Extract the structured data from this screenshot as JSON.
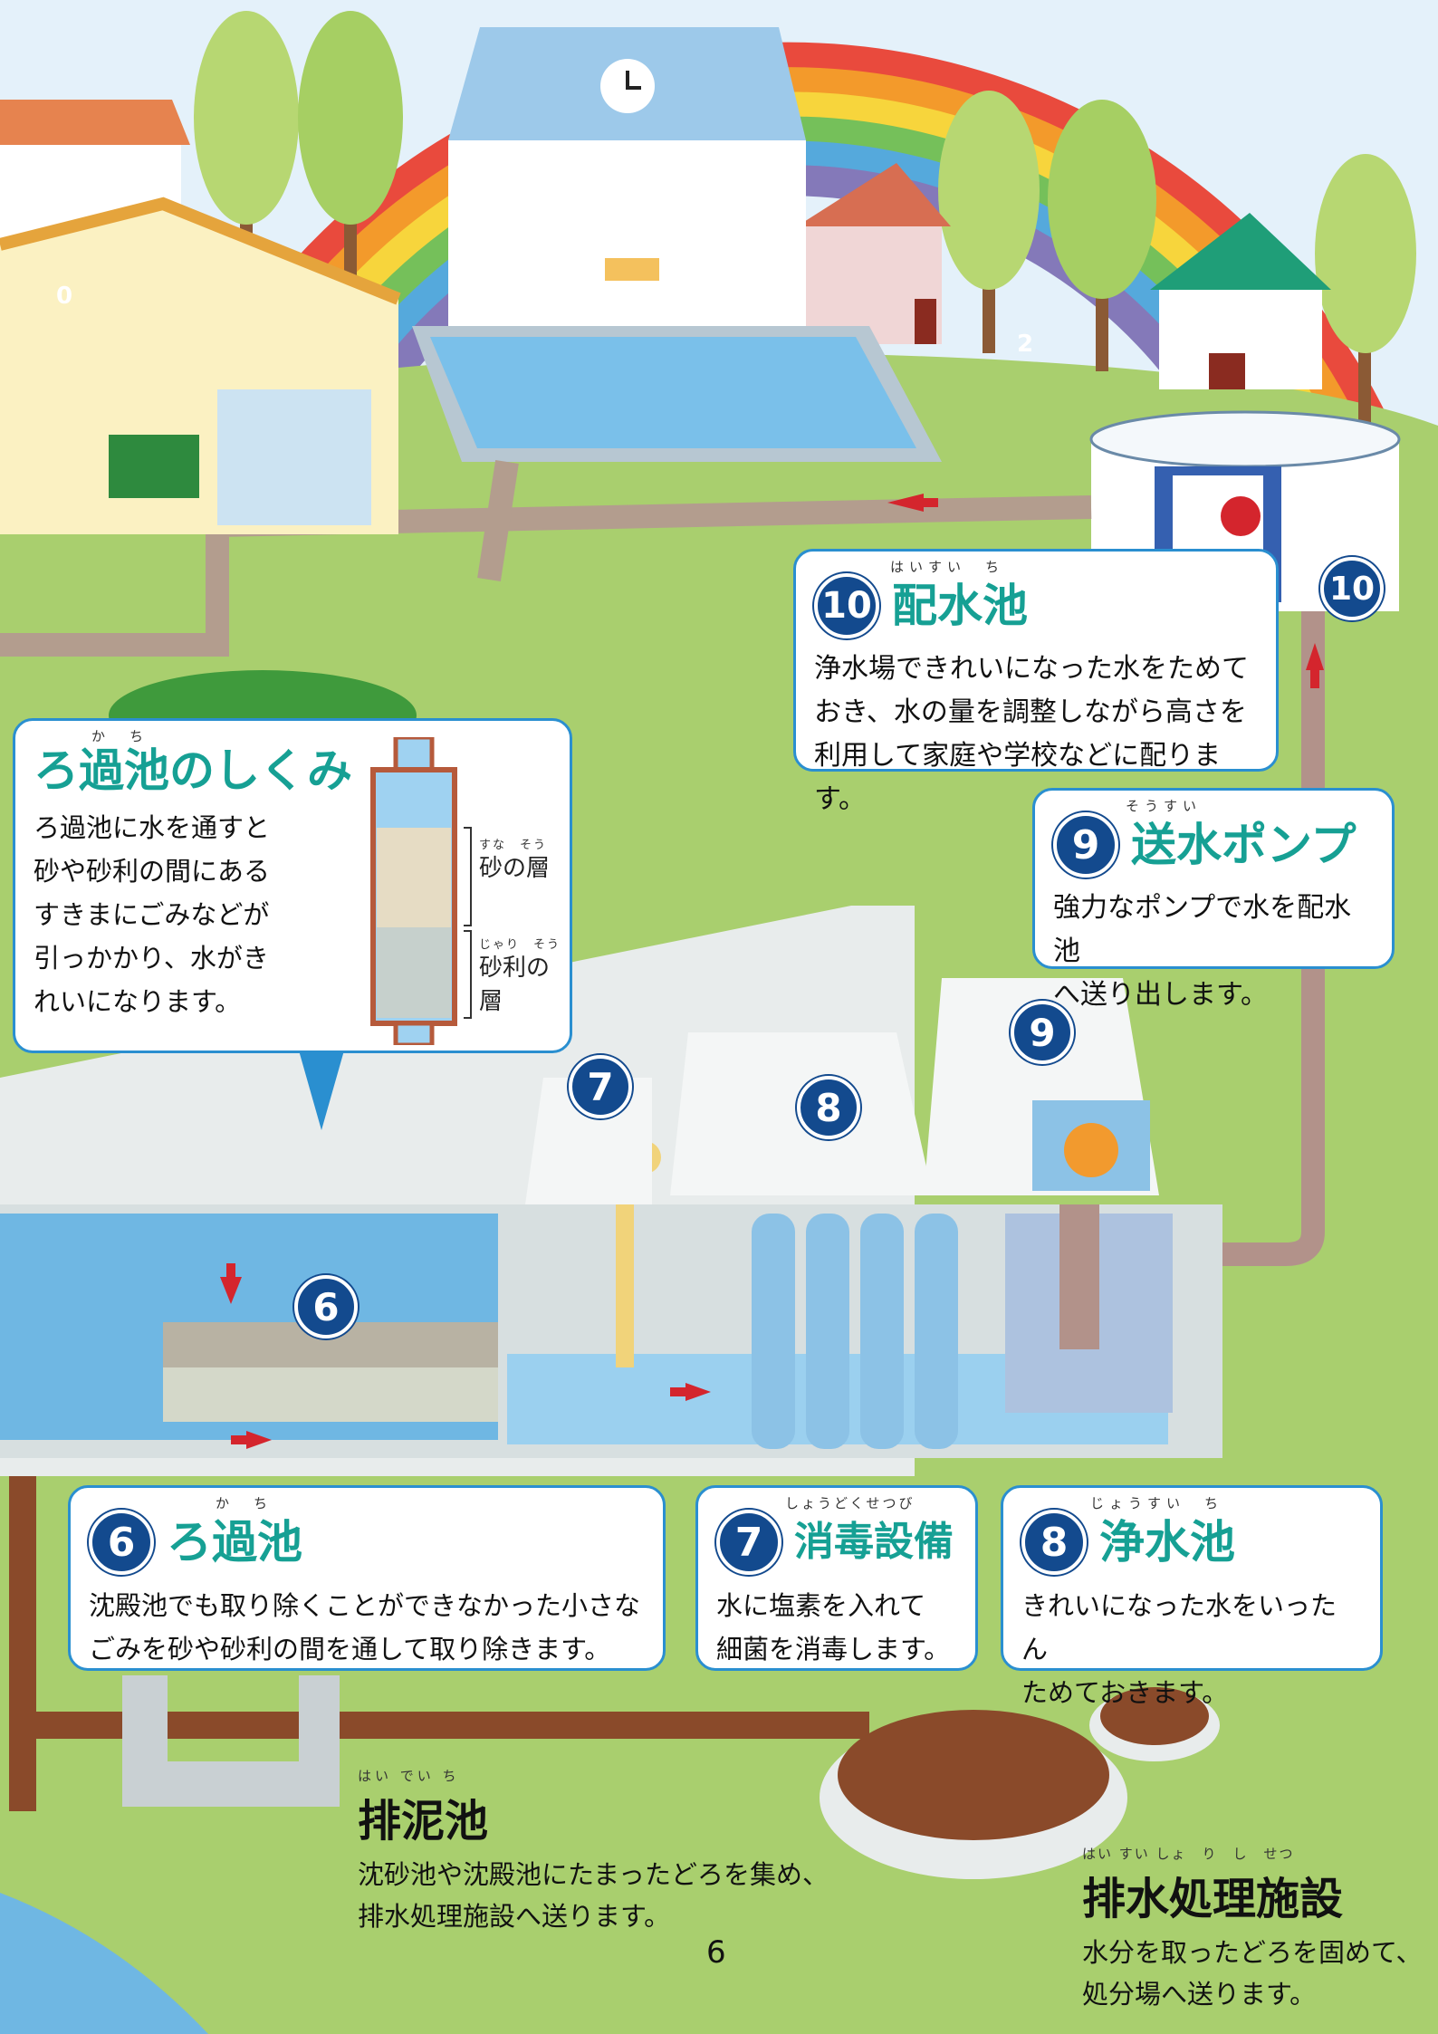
{
  "colors": {
    "accent_title": "#16a094",
    "number_badge": "#134a8e",
    "box_border": "#2a8fd0",
    "grass": "#a9cf6e",
    "water": "#6fb7e3",
    "pipe": "#b2928a",
    "mud": "#8a4a2a"
  },
  "filter_mechanism": {
    "ruby": "か　ち",
    "title": "ろ過池のしくみ",
    "lines": [
      "ろ過池に水を通すと",
      "砂や砂利の間にある",
      "すきまにごみなどが",
      "引っかかり、水がき",
      "れいになります。"
    ],
    "sand_ruby": "すな　そう",
    "sand_label": "砂の層",
    "gravel_ruby": "じゃり　そう",
    "gravel_label": "砂利の層"
  },
  "steps": {
    "s10": {
      "num": "10",
      "ruby": "はいすい　ち",
      "title": "配水池",
      "lines": [
        "浄水場できれいになった水をためて",
        "おき、水の量を調整しながら高さを",
        "利用して家庭や学校などに配ります。"
      ]
    },
    "s9": {
      "num": "9",
      "ruby": "そうすい",
      "title": "送水ポンプ",
      "lines": [
        "強力なポンプで水を配水池",
        "へ送り出します。"
      ]
    },
    "s6": {
      "num": "6",
      "ruby": "か　ち",
      "title": "ろ過池",
      "lines": [
        "沈殿池でも取り除くことができなかった小さな",
        "ごみを砂や砂利の間を通して取り除きます。"
      ]
    },
    "s7": {
      "num": "7",
      "ruby": "しょうどくせつび",
      "title": "消毒設備",
      "lines": [
        "水に塩素を入れて",
        "細菌を消毒します。"
      ]
    },
    "s8": {
      "num": "8",
      "ruby": "じょうすい　ち",
      "title": "浄水池",
      "lines": [
        "きれいになった水をいったん",
        "ためておきます。"
      ]
    }
  },
  "mud_pond": {
    "ruby": "はい でい ち",
    "title": "排泥池",
    "lines": [
      "沈砂池や沈殿池にたまったどろを集め、",
      "排水処理施設へ送ります。"
    ]
  },
  "drain_facility": {
    "ruby": "はい すい しょ　り　し　せつ",
    "title": "排水処理施設",
    "lines": [
      "水分を取ったどろを固めて、",
      "処分場へ送ります。"
    ]
  },
  "pins": {
    "p10": "10",
    "p9": "9",
    "p8": "8",
    "p7": "7",
    "p6": "6"
  },
  "page_number": "6",
  "shirt_numbers": {
    "laundry": "0",
    "runner": "2"
  }
}
